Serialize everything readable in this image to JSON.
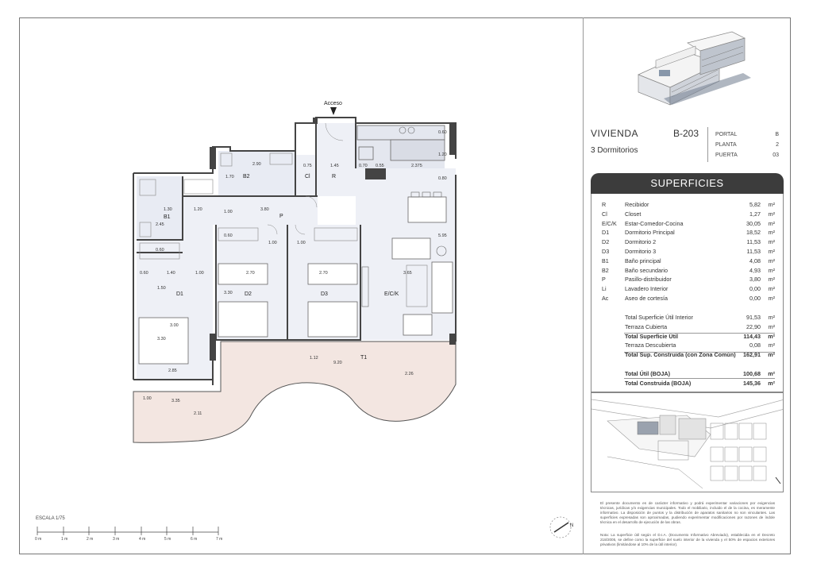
{
  "header": {
    "vivienda_label": "VIVIENDA",
    "vivienda_code": "B-203",
    "dormitorios": "3 Dormitorios",
    "portal_label": "PORTAL",
    "portal_value": "B",
    "planta_label": "PLANTA",
    "planta_value": "2",
    "puerta_label": "PUERTA",
    "puerta_value": "03"
  },
  "table": {
    "title": "SUPERFICIES",
    "rooms": [
      {
        "code": "R",
        "name": "Recibidor",
        "value": "5,82",
        "unit": "m²"
      },
      {
        "code": "Cl",
        "name": "Closet",
        "value": "1,27",
        "unit": "m²"
      },
      {
        "code": "E/C/K",
        "name": "Estar-Comedor-Cocina",
        "value": "30,05",
        "unit": "m²"
      },
      {
        "code": "D1",
        "name": "Dormitorio Principal",
        "value": "18,52",
        "unit": "m²"
      },
      {
        "code": "D2",
        "name": "Dormitorio 2",
        "value": "11,53",
        "unit": "m²"
      },
      {
        "code": "D3",
        "name": "Dormitorio 3",
        "value": "11,53",
        "unit": "m²"
      },
      {
        "code": "B1",
        "name": "Baño principal",
        "value": "4,08",
        "unit": "m²"
      },
      {
        "code": "B2",
        "name": "Baño secundario",
        "value": "4,93",
        "unit": "m²"
      },
      {
        "code": "P",
        "name": "Pasillo-distribuidor",
        "value": "3,80",
        "unit": "m²"
      },
      {
        "code": "Li",
        "name": "Lavadero Interior",
        "value": "0,00",
        "unit": "m²"
      },
      {
        "code": "Ac",
        "name": "Aseo de cortesía",
        "value": "0,00",
        "unit": "m²"
      }
    ],
    "totals": [
      {
        "name": "Total Superficie Útil Interior",
        "value": "91,53",
        "unit": "m²",
        "bold": false
      },
      {
        "name": "Terraza Cubierta",
        "value": "22,90",
        "unit": "m²",
        "bold": false
      },
      {
        "name": "Total Superficie Útil",
        "value": "114,43",
        "unit": "m²",
        "bold": true
      },
      {
        "name": "Terraza Descubierta",
        "value": "0,08",
        "unit": "m²",
        "bold": false
      },
      {
        "name": "Total Sup. Construida (con Zona Común)",
        "value": "162,91",
        "unit": "m²",
        "bold": true
      }
    ],
    "boja": [
      {
        "name": "Total Útil (BOJA)",
        "value": "100,68",
        "unit": "m²"
      },
      {
        "name": "Total Construida (BOJA)",
        "value": "145,36",
        "unit": "m²"
      }
    ]
  },
  "plan": {
    "acceso": "Acceso",
    "rooms": {
      "B1": "B1",
      "B2": "B2",
      "Cl": "Cl",
      "R": "R",
      "P": "P",
      "D1": "D1",
      "D2": "D2",
      "D3": "D3",
      "ECK": "E/C/K",
      "T1": "T1"
    },
    "dims": {
      "b2_w": "2.90",
      "b2_h": "1.70",
      "cl_w": "0.75",
      "r_w": "1.45",
      "k_a": "0.70",
      "k_b": "0.55",
      "k_c": "2.375",
      "k_d": "0.60",
      "k_e": "1.20",
      "k_f": "0.80",
      "b1_w": "1.30",
      "b1_h": "2.45",
      "p_a": "1.20",
      "p_b": "1.00",
      "p_c": "3.80",
      "d_a": "0.60",
      "d_b": "1.00",
      "d_c": "1.00",
      "d1_a": "0.60",
      "d1_b": "1.40",
      "d1_c": "1.00",
      "d1_d": "1.50",
      "d1_e": "0.60",
      "d2_w": "2.70",
      "d2_h": "3.30",
      "d3_w": "2.70",
      "eck_w": "3.65",
      "eck_h": "5.95",
      "d1_w": "3.00",
      "d1_h": "3.30",
      "d1_bot": "2.85",
      "t_a": "1.12",
      "t_b": "9.20",
      "t_c": "2.26",
      "t_d": "1.00",
      "t_e": "3.35",
      "t_f": "2.11"
    }
  },
  "scale": {
    "label": "ESCALA 1/75",
    "ticks": [
      "0 m",
      "1 m",
      "2 m",
      "3 m",
      "4 m",
      "5 m",
      "6 m",
      "7 m"
    ]
  },
  "footnotes": {
    "note1": "El presente documento es de carácter informativo y podrá experimentar variaciones por exigencias técnicas, jurídicas y/o exigencias municipales. Todo el mobiliario, incluido el de la cocina, es meramente informativo. La disposición de puntos y la distribución de aparatos sanitarios no son vinculantes. Las superficies expresadas son aproximadas, pudiendo experimentar modificaciones por razones de índole técnica en el desarrollo de ejecución de las obras.",
    "note2": "Nota: La superficie útil según el D.I.A. (Documento Informativo Abreviado), establecida en el Decreto 218/2005, se define como la superficie del suelo interior de la vivienda y el 50% de espacios exteriores privativos (limitándose al 10% de la útil interior)."
  },
  "compass": {
    "north": "N"
  }
}
